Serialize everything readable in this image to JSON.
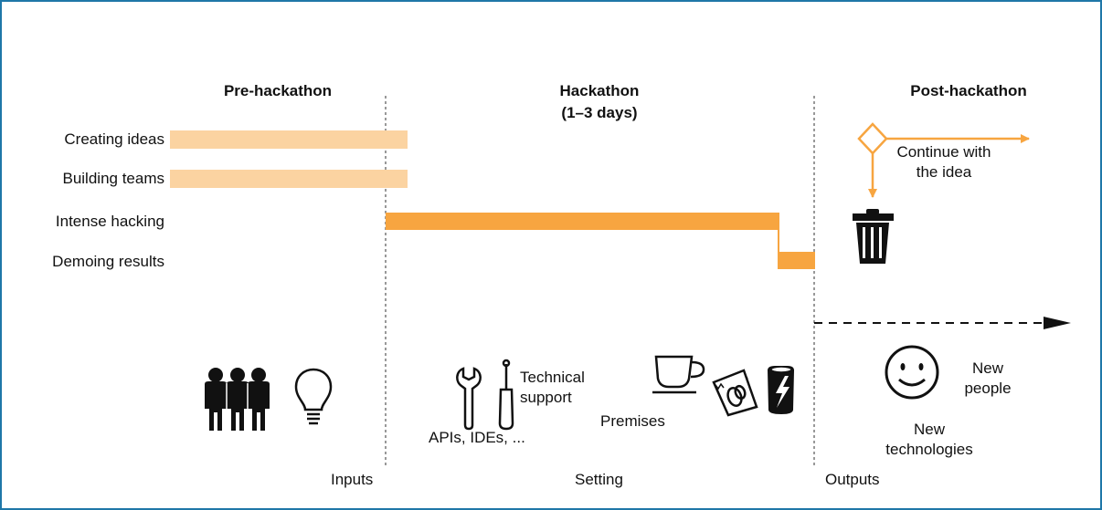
{
  "phases": {
    "pre": "Pre-hackathon",
    "during": "Hackathon",
    "during_sub": "(1–3 days)",
    "post": "Post-hackathon"
  },
  "activities": [
    {
      "label": "Creating ideas",
      "phase": "Pre-hackathon"
    },
    {
      "label": "Building teams",
      "phase": "Pre-hackathon"
    },
    {
      "label": "Intense hacking",
      "phase": "Hackathon"
    },
    {
      "label": "Demoing results",
      "phase": "Hackathon"
    }
  ],
  "continue": "Continue with\nthe idea",
  "setting_items": {
    "technical_support": "Technical\nsupport",
    "apis": "APIs, IDEs, ...",
    "premises": "Premises"
  },
  "outputs_items": {
    "new_people": "New\npeople",
    "new_technologies": "New\ntechnologies"
  },
  "sections": {
    "inputs": "Inputs",
    "setting": "Setting",
    "outputs": "Outputs"
  },
  "colors": {
    "light_bar": "#fbd3a1",
    "strong_bar": "#f7a540",
    "border": "#1f77a8",
    "text": "#111111"
  },
  "icons": [
    "people-icon",
    "lightbulb-icon",
    "wrench-icon",
    "screwdriver-icon",
    "coffee-cup-icon",
    "snack-bag-icon",
    "energy-drink-can-icon",
    "smiley-icon",
    "trash-can-icon",
    "decision-diamond-icon"
  ]
}
